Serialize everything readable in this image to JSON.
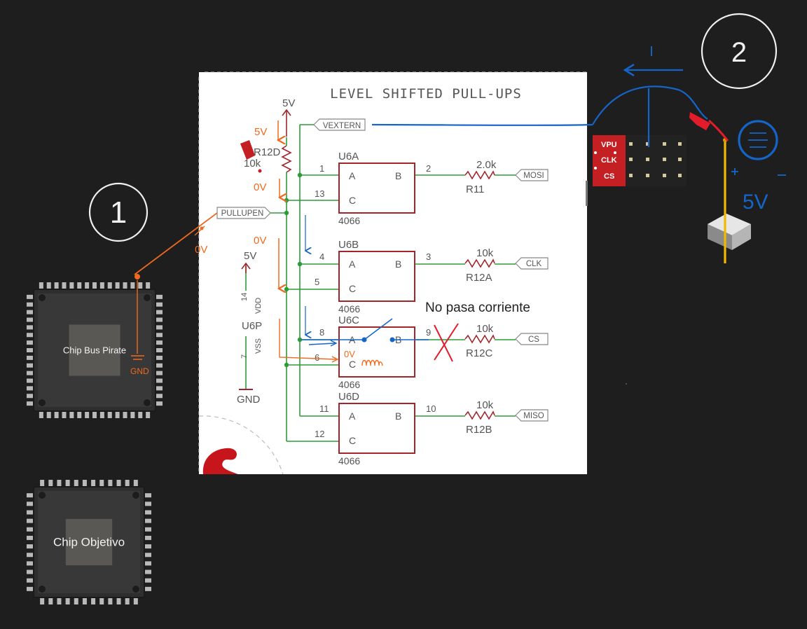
{
  "callouts": {
    "one": "1",
    "two": "2",
    "no_current_note": "No pasa corriente"
  },
  "chips": {
    "bus_pirate": "Chip Bus Pirate",
    "target": "Chip Objetivo"
  },
  "schematic": {
    "title": "LEVEL SHIFTED PULL-UPS",
    "supply_top": "5V",
    "supply_mid": "5V",
    "gnd": "GND",
    "net_vextern": "VEXTERN",
    "net_pullupen": "PULLUPEN",
    "resistor_pullup_ref": "R12D",
    "resistor_pullup_val": "10k",
    "power_ref": "U6P",
    "vdd": "VDD",
    "vss": "VSS",
    "vdd_pin": "14",
    "vss_pin": "7",
    "switches": [
      {
        "ref": "U6A",
        "part": "4066",
        "pin_a": "1",
        "pin_c": "13",
        "pin_b": "2",
        "res_val": "2.0k",
        "res_ref": "R11",
        "net": "MOSI",
        "label_a": "A",
        "label_b": "B",
        "label_c": "C"
      },
      {
        "ref": "U6B",
        "part": "4066",
        "pin_a": "4",
        "pin_c": "5",
        "pin_b": "3",
        "res_val": "10k",
        "res_ref": "R12A",
        "net": "CLK",
        "label_a": "A",
        "label_b": "B",
        "label_c": "C"
      },
      {
        "ref": "U6C",
        "part": "4066",
        "pin_a": "8",
        "pin_c": "6",
        "pin_b": "9",
        "res_val": "10k",
        "res_ref": "R12C",
        "net": "CS",
        "label_a": "A",
        "label_b": "B",
        "label_c": "C"
      },
      {
        "ref": "U6D",
        "part": "4066",
        "pin_a": "11",
        "pin_c": "12",
        "pin_b": "10",
        "res_val": "10k",
        "res_ref": "R12B",
        "net": "MISO",
        "label_a": "A",
        "label_b": "B",
        "label_c": "C"
      }
    ]
  },
  "annotations": {
    "orange_5v": "5V",
    "orange_0v_a": "0V",
    "orange_0v_b": "0V",
    "orange_0v_c": "0V",
    "orange_0v_d": "0V",
    "orange_gnd": "GND",
    "blue_current": "I",
    "blue_5v": "5V",
    "blue_plus": "+",
    "blue_minus": "-"
  },
  "board_photo": {
    "pin_labels": [
      "VPU",
      "CLK",
      "CS"
    ]
  },
  "colors": {
    "background": "#1e1e1e",
    "schematic_bg": "#ffffff",
    "wire": "#2e9b3a",
    "component": "#a0262b",
    "annotation_orange": "#ef6a1e",
    "annotation_blue": "#1565c8",
    "probe_red": "#e31c2b",
    "supply_yellow": "#f5b800"
  }
}
